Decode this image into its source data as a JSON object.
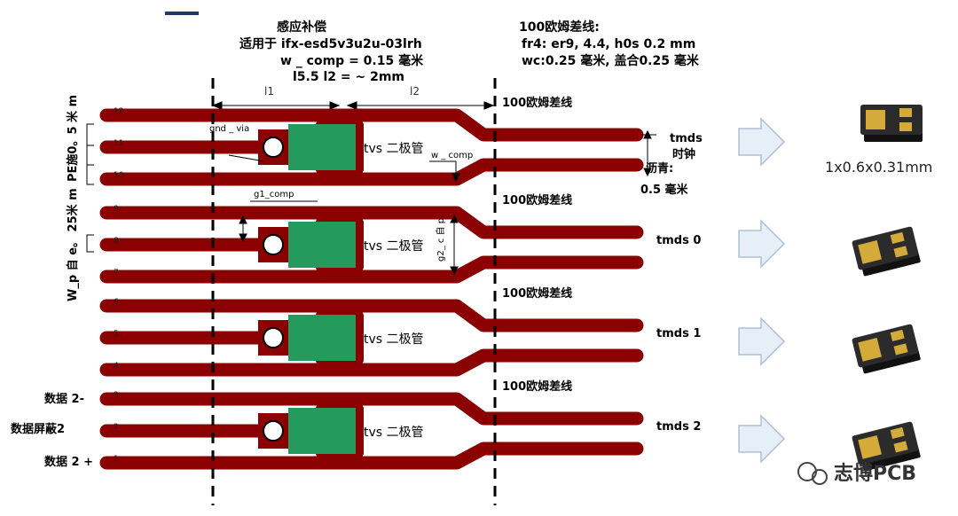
{
  "header": {
    "comp_title": "感应补偿",
    "applies_to": "适用于  ifx-esd5v3u2u-03lrh",
    "w_comp": "w _ comp = 0.15  毫米",
    "l_eq": "l5.5 l2 = ~ 2mm",
    "diff_title": "100欧姆差线:",
    "fr4": "fr4: er9, 4.4, h0s 0.2 mm",
    "wc": "wc:0.25  毫米,  盖合0.25  毫米"
  },
  "dims": {
    "l1": "l1",
    "l2": "l2"
  },
  "side_labels": {
    "spacing": "PE施0。5 米 m",
    "width": "W_p 自 e。 25米 m"
  },
  "annotations": {
    "gnd_via": "gnd _ via",
    "g1_comp": "g1_comp",
    "w_comp_small": "w _ comp",
    "g2_c": "g2_ c 自 p"
  },
  "pins": [
    "12",
    "11",
    "10",
    "9",
    "8",
    "7",
    "6",
    "5",
    "4",
    "3",
    "2",
    "1"
  ],
  "left_signals": [
    "数据  2-",
    "数据屏蔽2",
    "数据  2 +"
  ],
  "groups": [
    {
      "tvs": "tvs  二极管",
      "diff": "100欧姆差线",
      "tmds": "tmds"
    },
    {
      "tvs": "tvs  二极管",
      "diff": "100欧姆差线",
      "tmds": "tmds 0"
    },
    {
      "tvs": "tvs  二极管",
      "diff": "100欧姆差线",
      "tmds": "tmds 1"
    },
    {
      "tvs": "tvs  二极管",
      "diff": "100欧姆差线",
      "tmds": "tmds 2"
    }
  ],
  "clock": {
    "sub": "时钟",
    "pitch": "沥青:",
    "pitch_val": "0.5  毫米"
  },
  "package_dim": "1x0.6x0.31mm",
  "watermark": {
    "brand": "志博PCB"
  },
  "colors": {
    "trace": "#8b0000",
    "pad": "#249b5d",
    "arrow_fill": "#e6eef8",
    "arrow_stroke": "#aebfd6"
  }
}
